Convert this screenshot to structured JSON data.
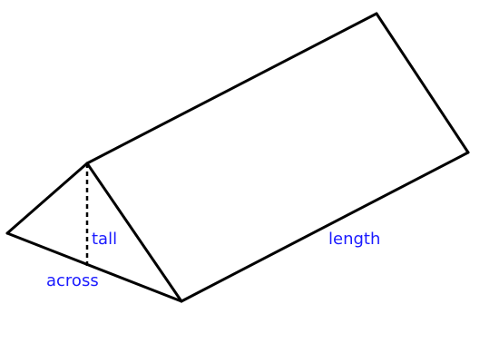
{
  "figure": {
    "labels": {
      "height": "tall",
      "base": "across",
      "length": "length"
    },
    "colors": {
      "edges": "#000000",
      "labels": "#1a1aff",
      "background": "#ffffff"
    }
  }
}
